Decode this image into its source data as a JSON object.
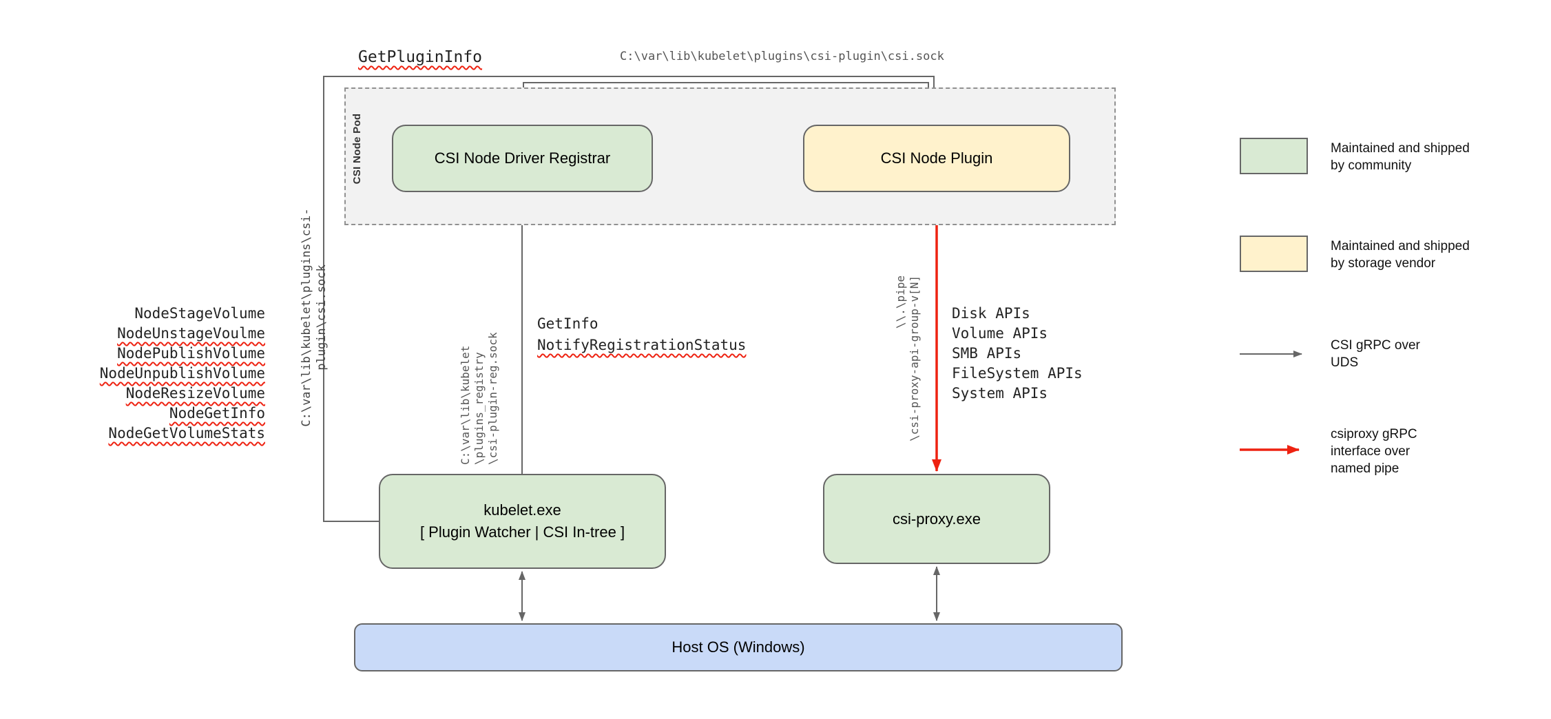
{
  "diagram": {
    "pod_label": "CSI Node Pod",
    "nodes": {
      "registrar": "CSI Node Driver Registrar",
      "node_plugin": "CSI Node Plugin",
      "kubelet_line1": "kubelet.exe",
      "kubelet_line2": "[ Plugin Watcher | CSI In-tree ]",
      "csi_proxy": "csi-proxy.exe",
      "host_os": "Host OS (Windows)"
    },
    "annotations": {
      "get_plugin_info": "GetPluginInfo",
      "top_socket_path": "C:\\var\\lib\\kubelet\\plugins\\csi-plugin\\csi.sock",
      "left_socket_path": "C:\\var\\lib\\kubelet\\plugins\\csi-plugin\\csi.sock",
      "registry_socket": [
        "C:\\var\\lib\\kubelet",
        "\\plugins_registry",
        "\\csi-plugin-reg.sock"
      ],
      "get_info": "GetInfo",
      "notify_registration_status": "NotifyRegistrationStatus",
      "named_pipe": [
        "\\\\.\\pipe",
        "\\csi-proxy-api-group-v[N]"
      ],
      "node_rpcs": [
        "NodeStageVolume",
        "NodeUnstageVoulme",
        "NodePublishVolume",
        "NodeUnpublishVolume",
        "NodeResizeVolume",
        "NodeGetInfo",
        "NodeGetVolumeStats"
      ],
      "proxy_apis": [
        "Disk APIs",
        "Volume APIs",
        "SMB APIs",
        "FileSystem APIs",
        "System APIs"
      ]
    },
    "legend": {
      "community": [
        "Maintained and shipped",
        "by community"
      ],
      "vendor": [
        "Maintained and shipped",
        "by storage vendor"
      ],
      "uds": [
        "CSI gRPC over",
        "UDS"
      ],
      "pipe": [
        "csiproxy gRPC",
        "interface over",
        "named pipe"
      ]
    },
    "colors": {
      "community_fill": "#d9ead3",
      "vendor_fill": "#fff2cc",
      "host_fill": "#c9daf8",
      "pod_fill": "#f2f2f2",
      "line_gray": "#666666",
      "line_red": "#ee2211"
    }
  }
}
